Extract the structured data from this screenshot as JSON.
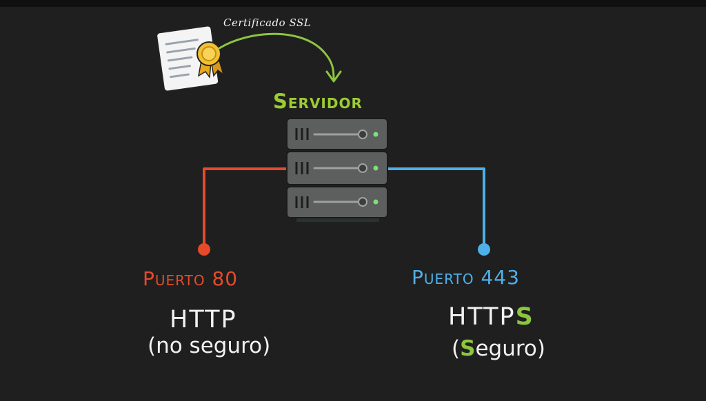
{
  "certificate": {
    "label": "Certificado SSL",
    "icon": "ssl-certificate-icon"
  },
  "server": {
    "title": "Servidor",
    "icon": "server-rack-icon",
    "units": 3
  },
  "ports": {
    "insecure": {
      "label": "Puerto 80",
      "protocol": "HTTP",
      "note": "(no seguro)",
      "color": "#e64a2a"
    },
    "secure": {
      "label": "Puerto 443",
      "protocol_base": "HTTP",
      "protocol_accent": "S",
      "note_open": "(",
      "note_accent": "S",
      "note_rest": "eguro)",
      "color": "#4eb0e8",
      "accent_color": "#8cc63f"
    }
  },
  "colors": {
    "background": "#1f1f1f",
    "arrow": "#8cc63f",
    "text": "#f2f2f2"
  }
}
